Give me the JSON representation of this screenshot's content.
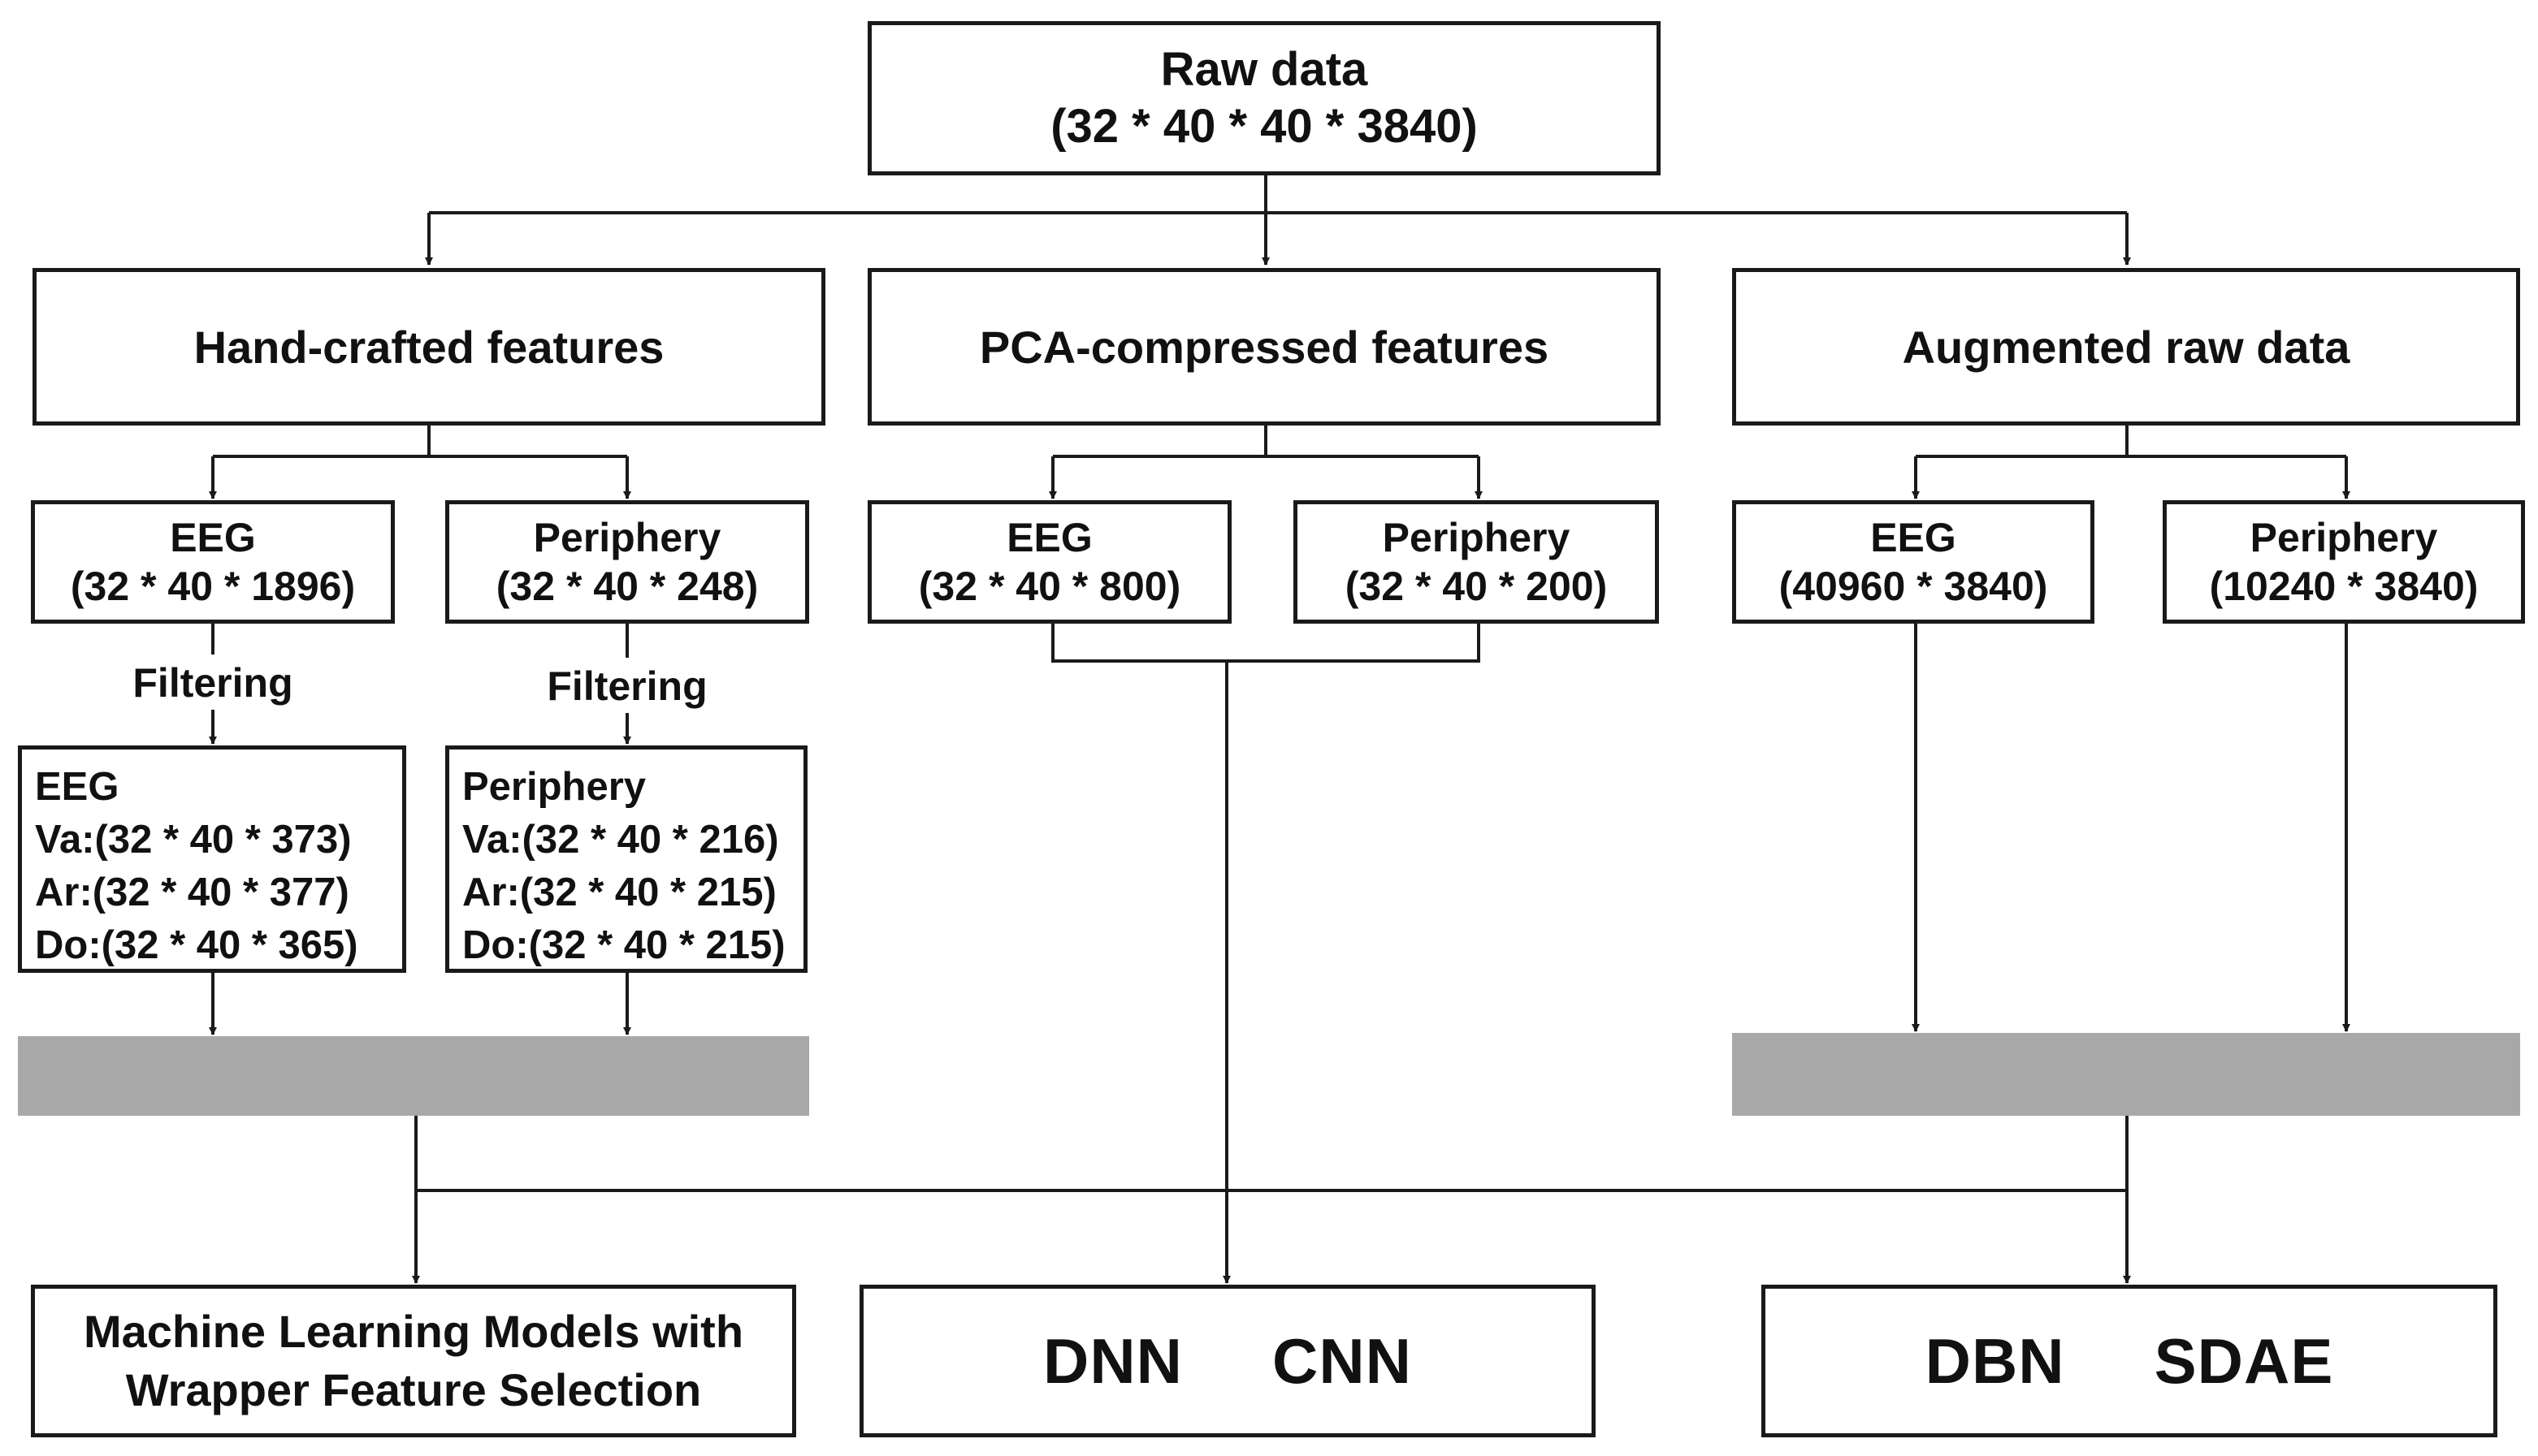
{
  "nodes": {
    "raw_data": {
      "line1": "Raw data",
      "line2": "(32 * 40 * 40 * 3840)"
    },
    "hand_crafted": {
      "label": "Hand-crafted features"
    },
    "pca": {
      "label": "PCA-compressed features"
    },
    "augmented": {
      "label": "Augmented raw data"
    },
    "hc_eeg": {
      "line1": "EEG",
      "line2": "(32 * 40 * 1896)"
    },
    "hc_periphery": {
      "line1": "Periphery",
      "line2": "(32 * 40 * 248)"
    },
    "pca_eeg": {
      "line1": "EEG",
      "line2": "(32 * 40 * 800)"
    },
    "pca_periphery": {
      "line1": "Periphery",
      "line2": "(32 * 40 * 200)"
    },
    "aug_eeg": {
      "line1": "EEG",
      "line2": "(40960 * 3840)"
    },
    "aug_periphery": {
      "line1": "Periphery",
      "line2": "(10240 * 3840)"
    },
    "filtered_eeg": {
      "title": "EEG",
      "rows": [
        "Va:(32 * 40 * 373)",
        "Ar:(32 * 40 * 377)",
        "Do:(32 * 40 * 365)"
      ]
    },
    "filtered_periphery": {
      "title": "Periphery",
      "rows": [
        "Va:(32 * 40 * 216)",
        "Ar:(32 * 40 * 215)",
        "Do:(32 * 40 * 215)"
      ]
    },
    "ml_models": {
      "line1": "Machine Learning Models with",
      "line2": "Wrapper Feature Selection"
    },
    "deep_models_1": {
      "left": "DNN",
      "right": "CNN"
    },
    "deep_models_2": {
      "left": "DBN",
      "right": "SDAE"
    }
  },
  "labels": {
    "filtering_eeg": "Filtering",
    "filtering_periphery": "Filtering"
  },
  "colors": {
    "stroke": "#1a1a1a",
    "text": "#111111",
    "bar": "#a8a8a8",
    "background": "#ffffff"
  }
}
